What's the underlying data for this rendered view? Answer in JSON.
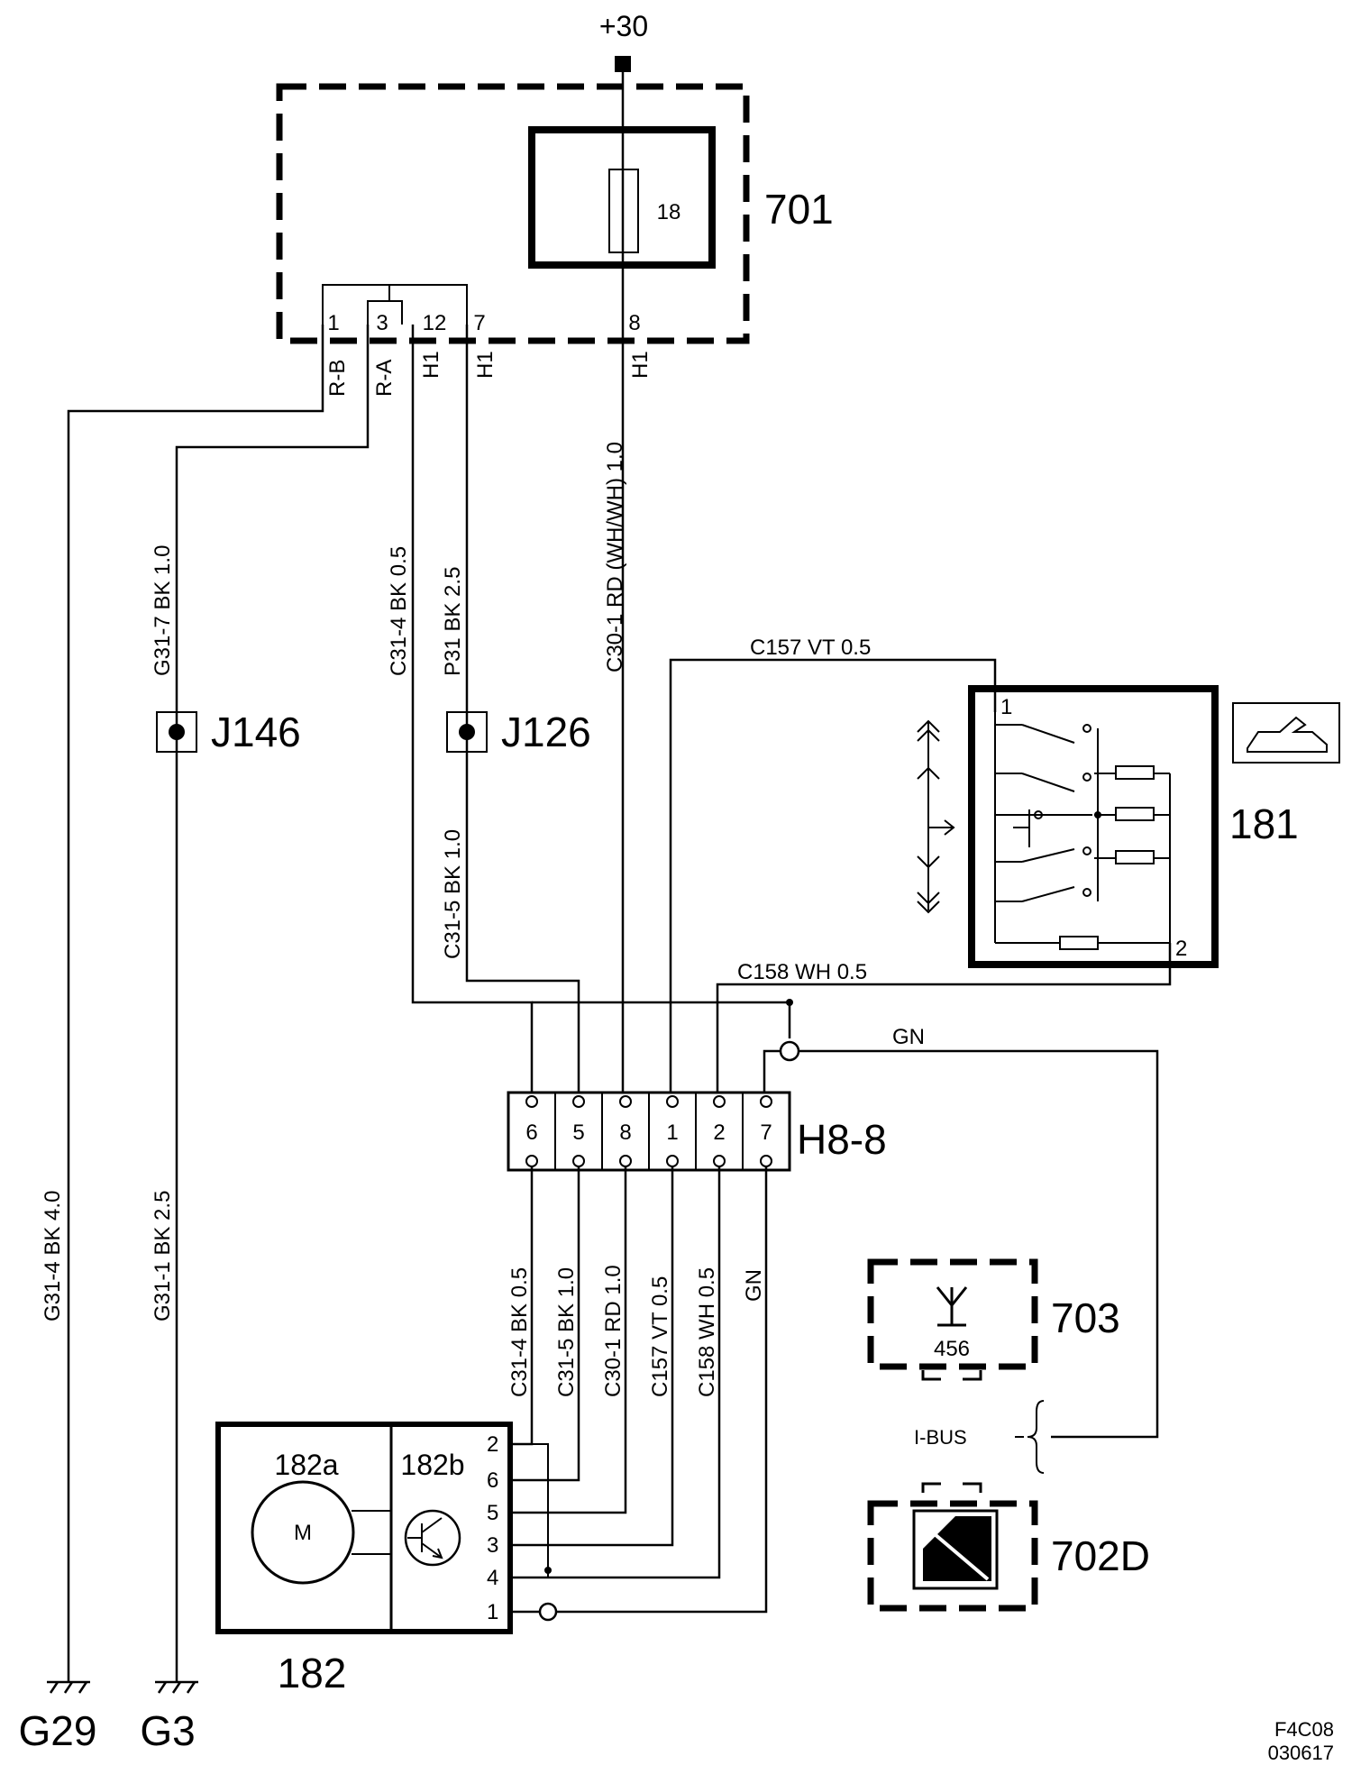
{
  "supply": "+30",
  "units": {
    "u701": "701",
    "fuse": "18",
    "u181": "181",
    "u182": "182",
    "u182a": "182a",
    "u182b": "182b",
    "motor": "M",
    "j146": "J146",
    "j126": "J126",
    "h8": "H8-8",
    "u703": "703",
    "u703code": "456",
    "u702d": "702D",
    "ibus": "I-BUS",
    "g29": "G29",
    "g3": "G3"
  },
  "pins701": [
    "1",
    "3",
    "12",
    "7",
    "8"
  ],
  "wires701": [
    "R-B",
    "R-A",
    "H1",
    "H1",
    "H1"
  ],
  "wires": {
    "c30_top": "C30-1 RD (WH/WH) 1.0",
    "g31_7": "G31-7  BK  1.0",
    "c31_4_top": "C31-4  BK  0.5",
    "p31": "P31  BK  2.5",
    "c31_5_top": "C31-5  BK  1.0",
    "c157": "C157  VT    0.5",
    "c158": "C158  WH   0.5",
    "gn": "GN",
    "g31_4": "G31-4  BK  4.0",
    "g31_1": "G31-1  BK  2.5"
  },
  "h8pins": [
    "6",
    "5",
    "8",
    "1",
    "2",
    "7"
  ],
  "lowerwires": [
    "C31-4  BK  0.5",
    "C31-5  BK  1.0",
    "C30-1  RD  1.0",
    "C157  VT  0.5",
    "C158  WH  0.5",
    "GN"
  ],
  "pins182": [
    "2",
    "6",
    "5",
    "3",
    "4",
    "1"
  ],
  "pins181": [
    "1",
    "2"
  ],
  "code": [
    "F4C08",
    "030617"
  ]
}
